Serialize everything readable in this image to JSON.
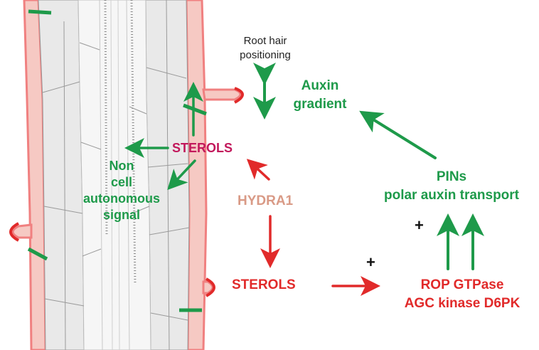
{
  "labels": {
    "root_hair_line1": "Root hair",
    "root_hair_line2": "positioning",
    "auxin_line1": "Auxin",
    "auxin_line2": "gradient",
    "sterols_top": "STEROLS",
    "non_cell_line1": "Non",
    "non_cell_line2": "cell",
    "non_cell_line3": "autonomous",
    "non_cell_line4": "signal",
    "hydra1": "HYDRA1",
    "pins_line1": "PINs",
    "pins_line2": "polar auxin transport",
    "plus_left": "+",
    "plus_right": "+",
    "sterols_bottom": "STEROLS",
    "rop_line1": "ROP GTPase",
    "rop_line2": "AGC kinase D6PK"
  },
  "colors": {
    "green": "#1e9a4a",
    "red": "#e12a2a",
    "magenta": "#c2185b",
    "salmon": "#d99a86",
    "cell_fill": "#ececec",
    "wall_pink": "#f4c4c0",
    "wall_red": "#f08080"
  }
}
